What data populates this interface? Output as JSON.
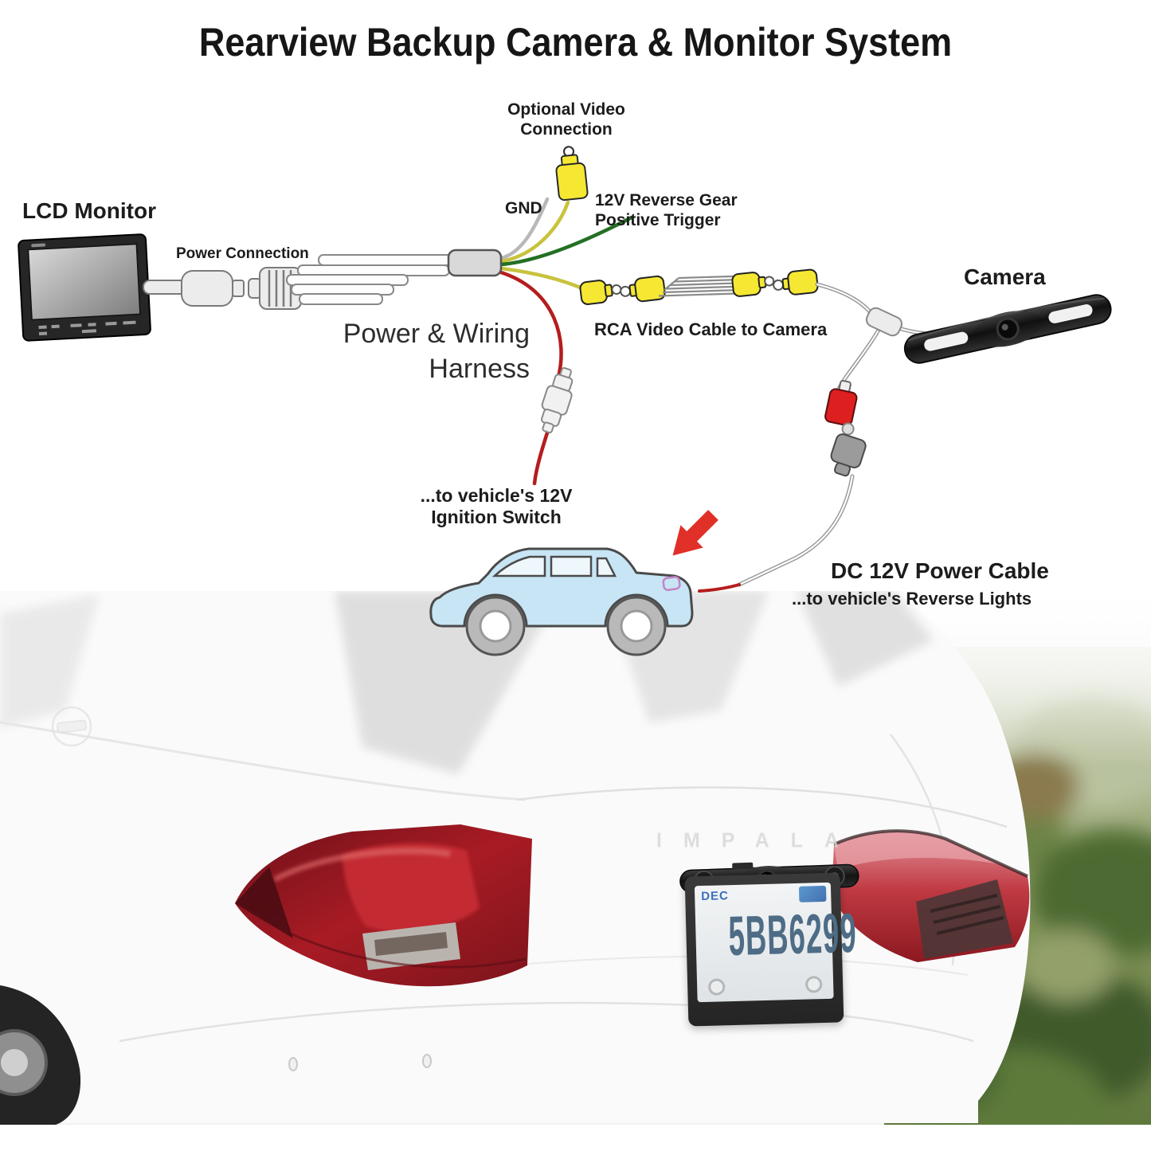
{
  "title": "Rearview Backup Camera & Monitor System",
  "labels": {
    "optional_video": "Optional Video\nConnection",
    "gnd": "GND",
    "reverse_trigger": "12V Reverse Gear\nPositive Trigger",
    "lcd_monitor": "LCD Monitor",
    "power_connection": "Power Connection",
    "camera": "Camera",
    "harness": "Power & Wiring\nHarness",
    "rca_cable": "RCA Video Cable to Camera",
    "ignition": "...to vehicle's 12V\nIgnition Switch",
    "dc_cable": "DC 12V Power Cable",
    "reverse_lights": "...to vehicle's Reverse Lights"
  },
  "plate": {
    "number": "5BB6299",
    "month": "DEC"
  },
  "trunk_lettering": "IMPALA",
  "colors": {
    "video_wire_yellow": "#c8c23e",
    "ground_wire_gray": "#b8b8b8",
    "trigger_wire_green": "#237023",
    "power_wire_red": "#b51d1d",
    "rca_connector_yellow": "#f6e832",
    "dc_connector_red": "#dd1f1f",
    "arrow_red": "#e03028",
    "car_illustration_blue": "#c7e5f4",
    "plate_text_blue": "#4e6c86"
  }
}
